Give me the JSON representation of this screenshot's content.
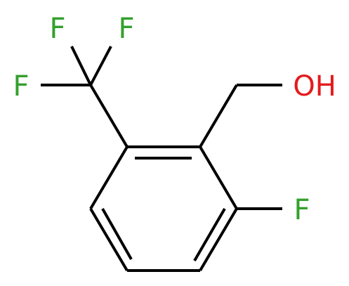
{
  "molecule": {
    "atoms": {
      "f_top_left": "F",
      "f_top_right": "F",
      "f_left": "F",
      "f_ring": "F",
      "hydroxyl": "OH"
    },
    "colors": {
      "bond": "#000000",
      "fluorine": "#33a02c",
      "oxygen": "#e41a1c"
    }
  }
}
